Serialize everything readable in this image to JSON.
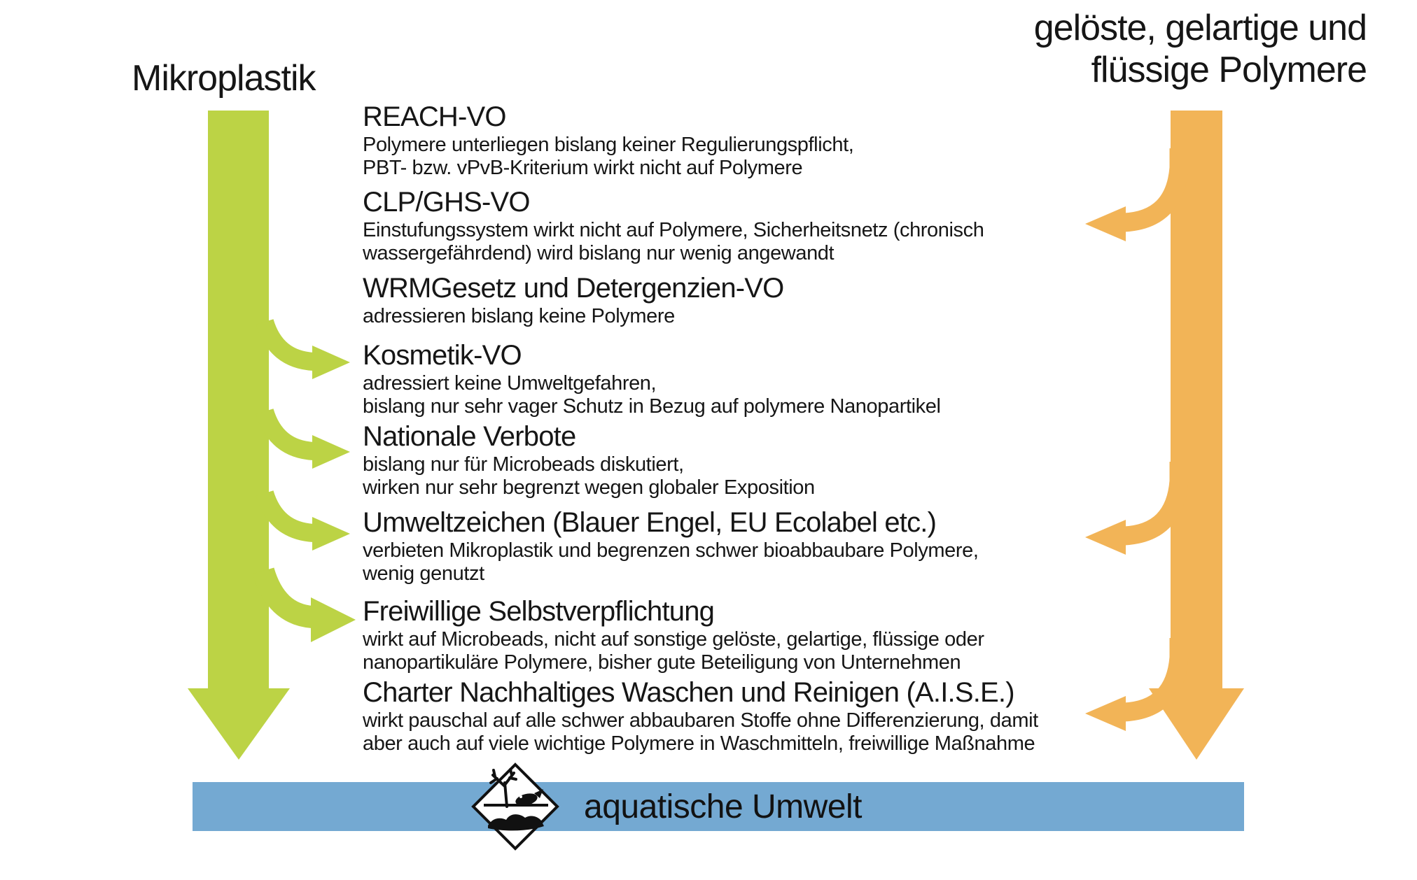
{
  "header_left": {
    "title": "Mikroplastik"
  },
  "header_right": {
    "line1": "gelöste, gelartige und",
    "line2": "flüssige Polymere"
  },
  "sections": [
    {
      "title": "REACH-VO",
      "lines": [
        "Polymere unterliegen bislang keiner Regulierungspflicht,",
        "PBT- bzw. vPvB-Kriterium wirkt nicht auf Polymere"
      ]
    },
    {
      "title": "CLP/GHS-VO",
      "lines": [
        "Einstufungssystem wirkt nicht auf Polymere, Sicherheitsnetz (chronisch",
        "wassergefährdend) wird bislang nur wenig angewandt"
      ]
    },
    {
      "title": "WRMGesetz und Detergenzien-VO",
      "lines": [
        "adressieren bislang keine Polymere"
      ]
    },
    {
      "title": "Kosmetik-VO",
      "lines": [
        "adressiert keine Umweltgefahren,",
        "bislang nur sehr vager Schutz in Bezug auf polymere Nanopartikel"
      ]
    },
    {
      "title": "Nationale Verbote",
      "lines": [
        "bislang nur für Microbeads diskutiert,",
        "wirken nur sehr begrenzt wegen globaler Exposition"
      ]
    },
    {
      "title": "Umweltzeichen (Blauer Engel, EU Ecolabel etc.)",
      "lines": [
        "verbieten Mikroplastik und begrenzen schwer bioabbaubare Polymere,",
        "wenig genutzt"
      ]
    },
    {
      "title": "Freiwillige Selbstverpflichtung",
      "lines": [
        "wirkt auf Microbeads, nicht auf sonstige gelöste, gelartige, flüssige oder",
        "nanopartikuläre Polymere, bisher gute Beteiligung von Unternehmen"
      ]
    },
    {
      "title": "Charter Nachhaltiges Waschen und Reinigen (A.I.S.E.)",
      "lines": [
        "wirkt pauschal auf alle schwer abbaubaren Stoffe ohne Differenzierung, damit",
        "aber auch auf viele wichtige Polymere in Waschmitteln, freiwillige Maßnahme"
      ]
    }
  ],
  "arrows": {
    "microplastics_flow": {
      "label": "Mikroplastik",
      "color_key": "green",
      "branch_targets": [
        "Kosmetik-VO",
        "Nationale Verbote",
        "Umweltzeichen (Blauer Engel, EU Ecolabel etc.)",
        "Freiwillige Selbstverpflichtung"
      ]
    },
    "polymers_flow": {
      "label": "gelöste, gelartige und flüssige Polymere",
      "color_key": "orange",
      "branch_targets": [
        "CLP/GHS-VO",
        "Umweltzeichen (Blauer Engel, EU Ecolabel etc.)",
        "Charter Nachhaltiges Waschen und Reinigen (A.I.S.E.)"
      ]
    }
  },
  "footer": {
    "label": "aquatische Umwelt",
    "icon": "environment-hazard-icon"
  },
  "colors": {
    "green": "#bcd345",
    "orange": "#f2b457",
    "blue": "#74a9d2",
    "text": "#161616"
  }
}
